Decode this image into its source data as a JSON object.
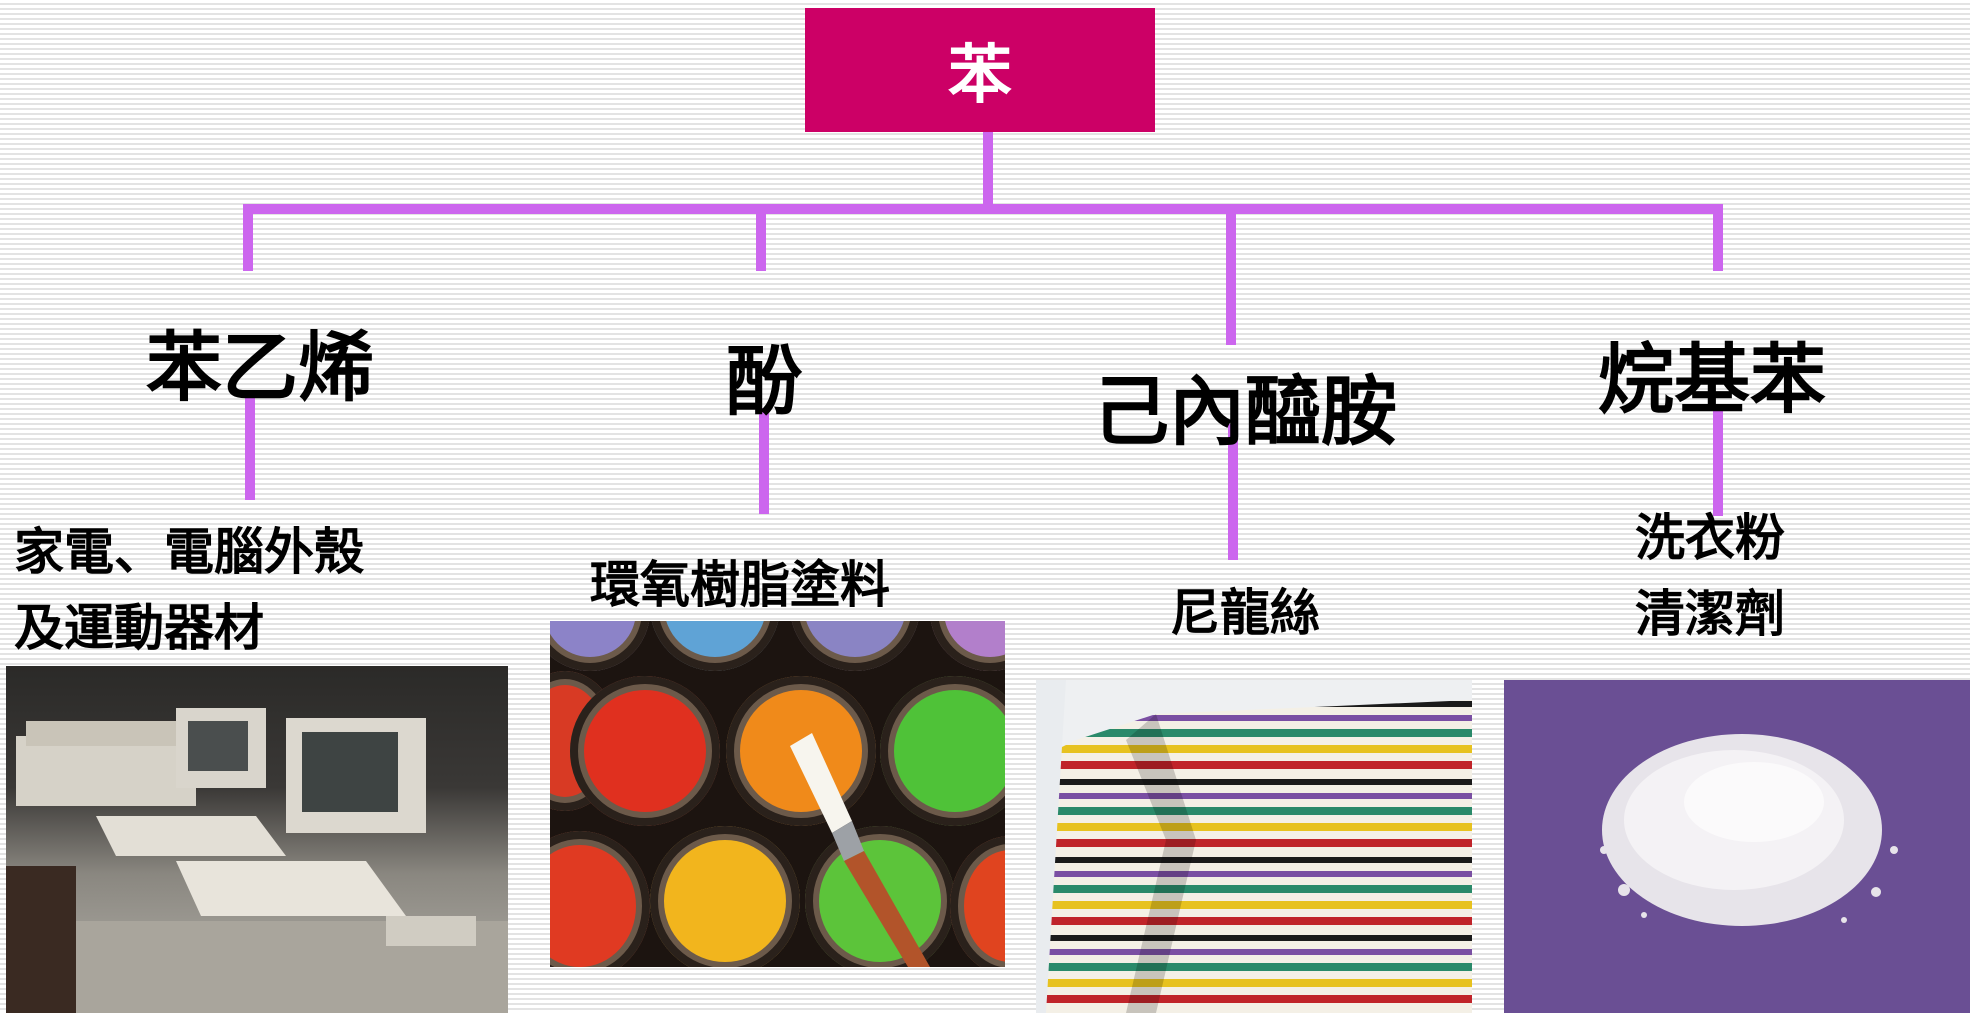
{
  "root": {
    "label": "苯"
  },
  "branches": [
    {
      "label": "苯乙烯",
      "use_lines": [
        "家電、電腦外殼",
        "及運動器材"
      ],
      "photo_icon": "computer-photo"
    },
    {
      "label": "酚",
      "use_lines": [
        "環氧樹脂塗料"
      ],
      "photo_icon": "paint-cans-photo"
    },
    {
      "label": "己內醯胺",
      "use_lines": [
        "尼龍絲"
      ],
      "photo_icon": "nylon-fabric-photo"
    },
    {
      "label": "烷基苯",
      "use_lines": [
        "洗衣粉",
        "清潔劑"
      ],
      "photo_icon": "detergent-powder-photo"
    }
  ],
  "colors": {
    "root_fill": "#cc0066",
    "connector": "#cc66ee",
    "text": "#000000"
  }
}
